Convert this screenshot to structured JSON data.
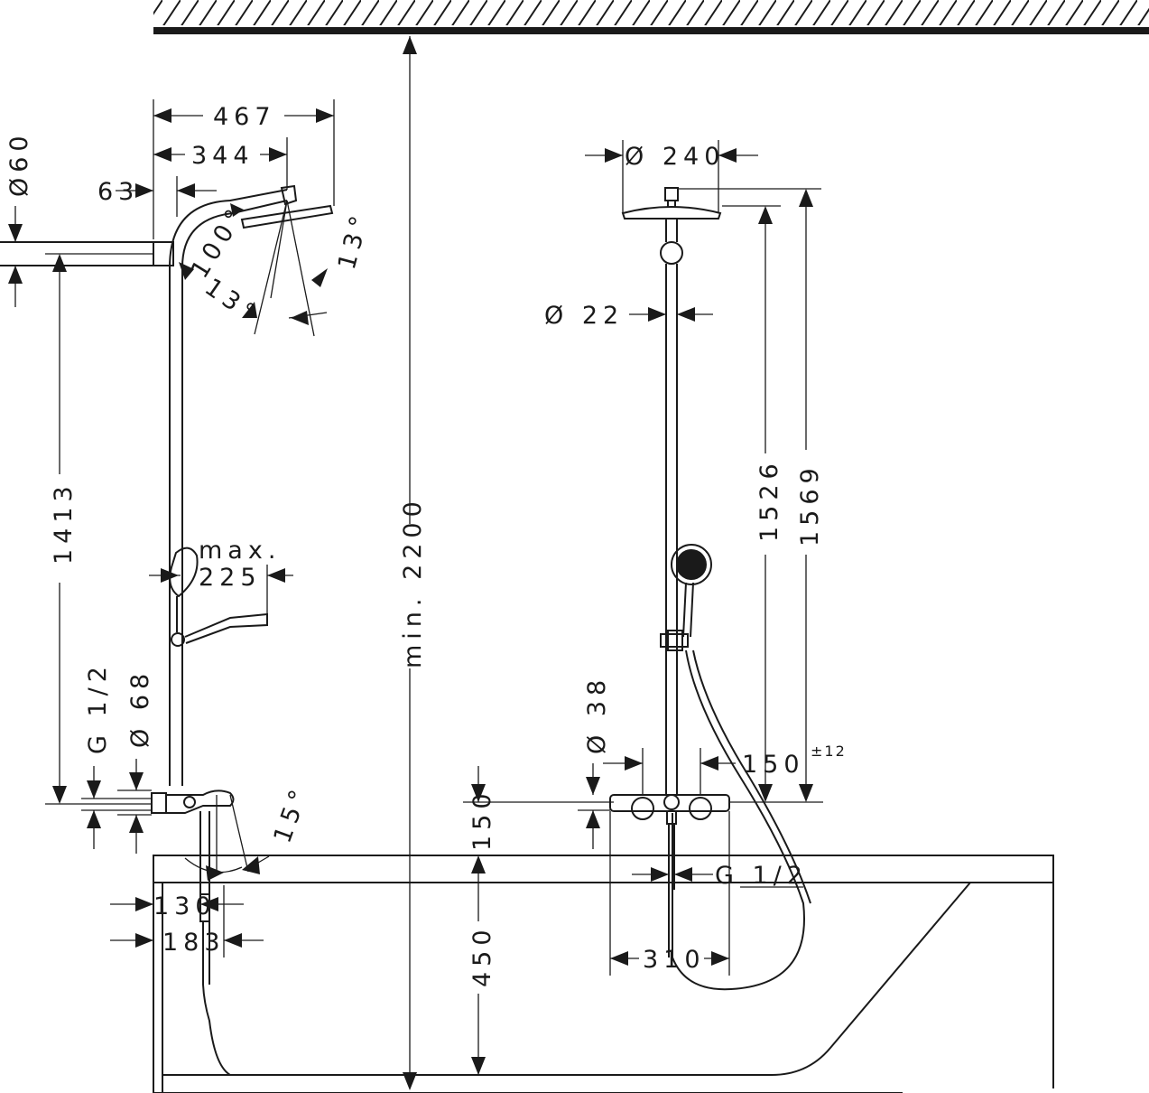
{
  "dimensions": {
    "d467": "467",
    "d344": "344",
    "d63": "63",
    "dia60": "Ø60",
    "d100": "100°",
    "d13a": "13°",
    "d13b": "13°",
    "d1413": "1413",
    "max": "max.",
    "d225": "225",
    "g12_left": "G 1/2",
    "dia68": "Ø 68",
    "d15deg": "15°",
    "d130": "130",
    "d183": "183",
    "min2200": "min. 2200",
    "d150_vert": "150",
    "d450": "450",
    "dia240": "Ø 240",
    "dia22": "Ø  22",
    "d1526": "1526",
    "d1569": "1569",
    "dia38": "Ø 38",
    "d150_h": "150",
    "tol12": "±12",
    "g12_right": "G 1/2",
    "d310": "310"
  }
}
